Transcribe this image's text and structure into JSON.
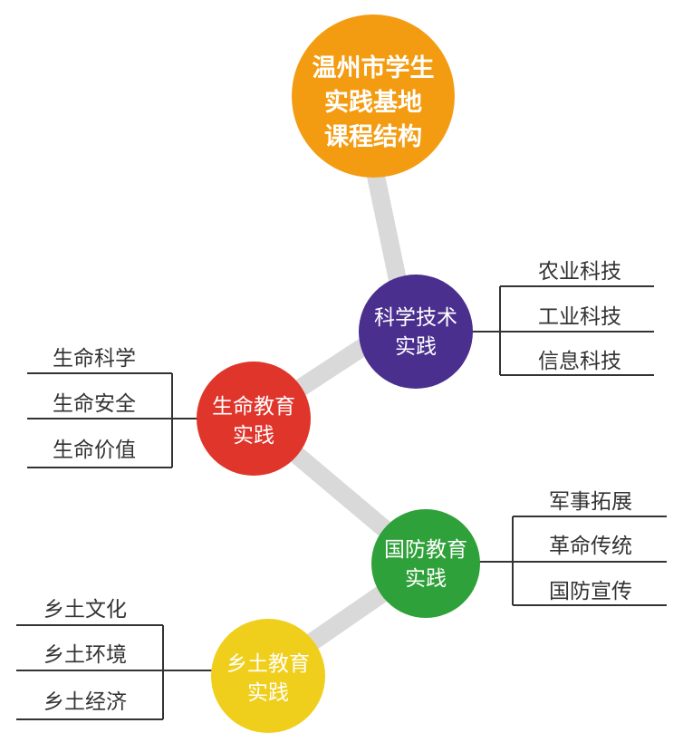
{
  "root": {
    "lines": [
      "温州市学生",
      "实践基地",
      "课程结构"
    ],
    "color": "#f39c12"
  },
  "branches": [
    {
      "id": "science",
      "lines": [
        "科学技术",
        "实践"
      ],
      "color": "#4a2f8f",
      "leaves": [
        "农业科技",
        "工业科技",
        "信息科技"
      ]
    },
    {
      "id": "life",
      "lines": [
        "生命教育",
        "实践"
      ],
      "color": "#e0352b",
      "leaves": [
        "生命科学",
        "生命安全",
        "生命价值"
      ]
    },
    {
      "id": "defense",
      "lines": [
        "国防教育",
        "实践"
      ],
      "color": "#2fa13a",
      "leaves": [
        "军事拓展",
        "革命传统",
        "国防宣传"
      ]
    },
    {
      "id": "local",
      "lines": [
        "乡土教育",
        "实践"
      ],
      "color": "#f0cf1c",
      "leaves": [
        "乡土文化",
        "乡土环境",
        "乡土经济"
      ]
    }
  ],
  "connector_color": "#d9d9d9",
  "bracket_color": "#333333"
}
